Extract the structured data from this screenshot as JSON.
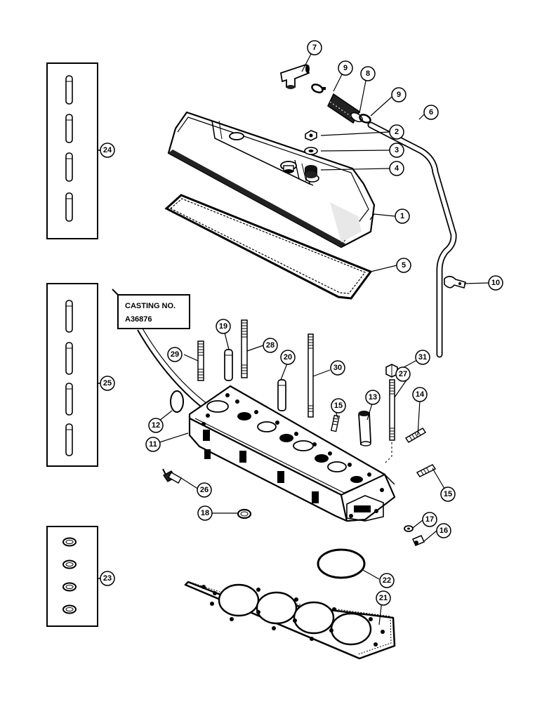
{
  "casting_label": {
    "line1": "CASTING NO.",
    "line2": "A36876"
  },
  "callouts": [
    "1",
    "2",
    "3",
    "4",
    "5",
    "6",
    "7",
    "8",
    "9",
    "9",
    "10",
    "11",
    "12",
    "13",
    "14",
    "15",
    "15",
    "16",
    "17",
    "18",
    "19",
    "20",
    "21",
    "22",
    "23",
    "24",
    "25",
    "26",
    "27",
    "28",
    "29",
    "30",
    "31"
  ],
  "kit_panels": [
    {
      "callout": "24",
      "contents": "valve guides",
      "count": 4
    },
    {
      "callout": "25",
      "contents": "valve guides",
      "count": 4
    },
    {
      "callout": "23",
      "contents": "valve seat inserts",
      "count": 4
    }
  ]
}
